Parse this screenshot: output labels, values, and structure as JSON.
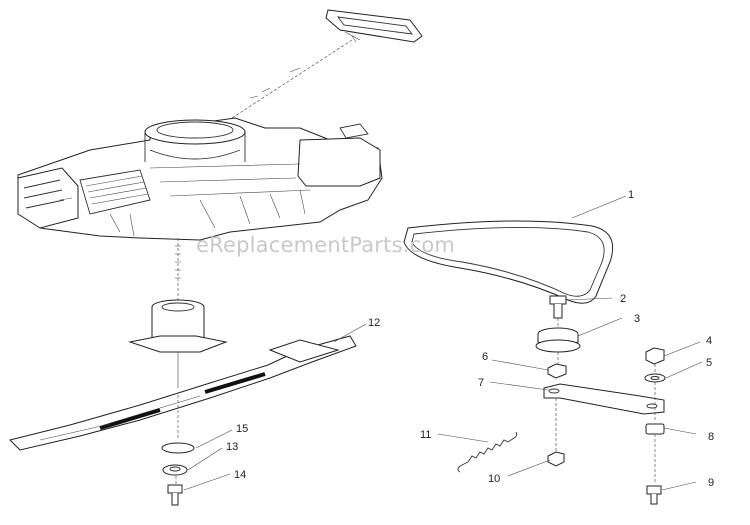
{
  "watermark": "eReplacementParts.com",
  "callouts": [
    "1",
    "2",
    "3",
    "4",
    "5",
    "6",
    "7",
    "8",
    "9",
    "10",
    "11",
    "12",
    "13",
    "14",
    "15"
  ]
}
